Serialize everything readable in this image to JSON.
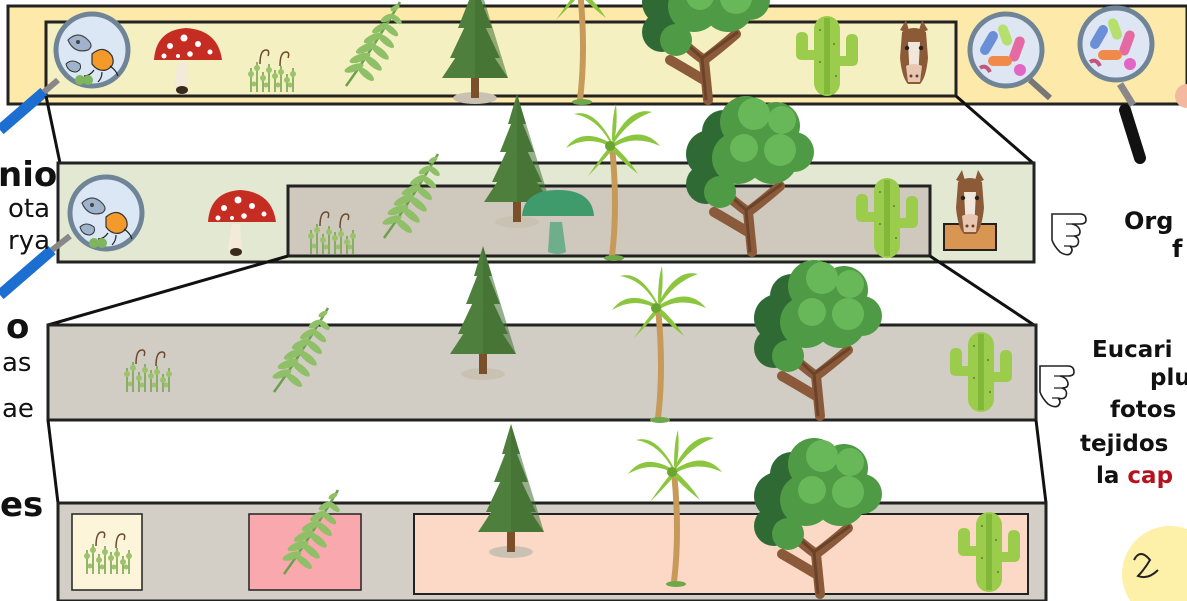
{
  "left_labels": {
    "domain": {
      "title": "nio",
      "line1": "ota",
      "line2": "rya"
    },
    "kingdom": {
      "title": "o",
      "line1": "as",
      "line2": "ae"
    },
    "classes": {
      "title": "es"
    }
  },
  "right_labels": {
    "organisms": {
      "line1": "Org",
      "line2": "f"
    },
    "eukaryotes": {
      "line1": "Eucari",
      "line2": "plu",
      "line3": "fotos",
      "line4": "tejidos",
      "line5_prefix": "la ",
      "line5_highlight": "cap"
    }
  },
  "colors": {
    "tier1_bg": "#fde9a9",
    "tier1_inner": "#f5f0c2",
    "tier2_bg": "#e3e8d3",
    "tier2_inner": "#cfc8bd",
    "tier3_bg": "#d1cdc5",
    "tier4_bg": "#d3cfc7",
    "tier4_box_moss": "#fdf5d9",
    "tier4_box_fern": "#f9a9ae",
    "tier4_box_plants": "#fbd9c6",
    "highlight_text": "#b3121e"
  },
  "icons": [
    "magnifier-protists-icon",
    "mushroom-icon",
    "moss-icon",
    "fern-icon",
    "pine-tree-icon",
    "palm-tree-icon",
    "oak-tree-icon",
    "cactus-icon",
    "horse-icon",
    "bacteria-magnifier-icon",
    "green-mushroom-icon",
    "hand-pointer-icon",
    "lightbulb-icon"
  ]
}
